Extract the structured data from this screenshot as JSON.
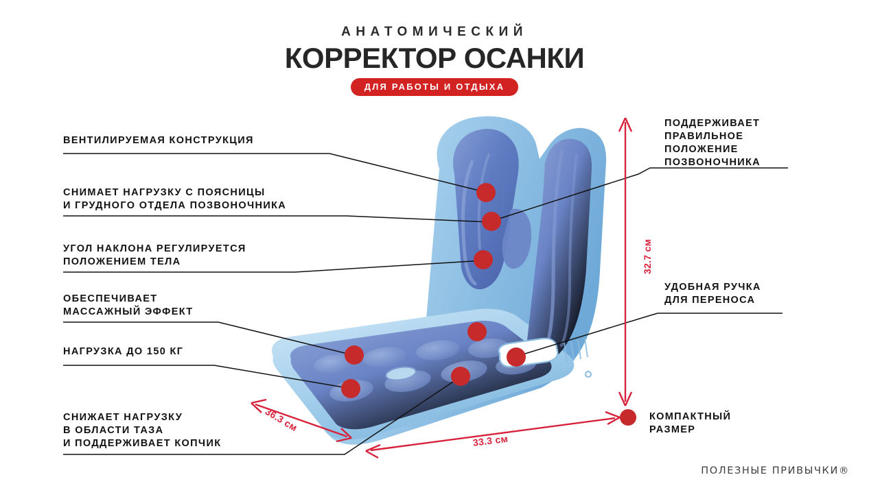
{
  "header": {
    "kicker": "Анатомический",
    "title": "Корректор осанки",
    "badge": "Для работы и отдыха"
  },
  "features_left": [
    {
      "id": "ventilated",
      "text": "Вентилируемая конструкция"
    },
    {
      "id": "relief-back",
      "text": "Снимает нагрузку с поясницы\nи грудного отдела позвоночника"
    },
    {
      "id": "tilt-angle",
      "text": "Угол наклона регулируется\nположением тела"
    },
    {
      "id": "massage",
      "text": "Обеспечивает\nмассажный эффект"
    },
    {
      "id": "load-150",
      "text": "Нагрузка до 150 кг"
    },
    {
      "id": "pelvis",
      "text": "Снижает нагрузку\nв области таза\nи поддерживает копчик"
    }
  ],
  "features_right": [
    {
      "id": "spine-position",
      "text": "Поддерживает\nправильное\nположение\nпозвоночника"
    },
    {
      "id": "handle",
      "text": "Удобная ручка\nдля переноса"
    },
    {
      "id": "compact",
      "text": "Компактный\nразмер"
    }
  ],
  "dimensions": {
    "height": "32.7 см",
    "depth": "36.3 см",
    "width": "33.3 см"
  },
  "brand": "Полезные привычки®",
  "colors": {
    "accent_red": "#d32222",
    "dim_red": "#d8213a",
    "dot_red": "#c62a2a",
    "dark_blue": "#5570b8",
    "mid_blue": "#6e8ccb",
    "light_blue": "#9ccbea",
    "pale_blue": "#cfe7f7",
    "text_dark": "#121212"
  }
}
